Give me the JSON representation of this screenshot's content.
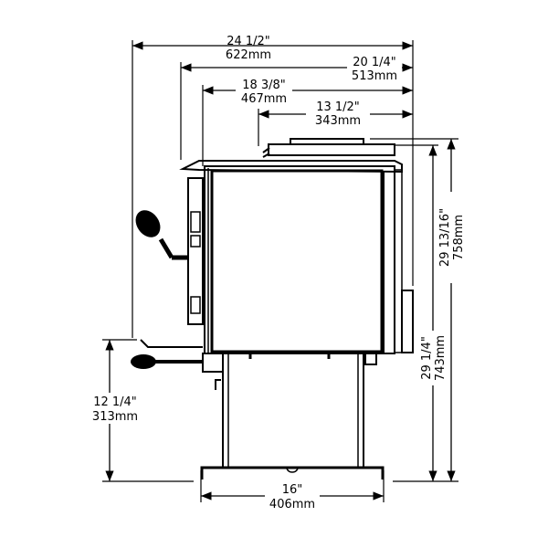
{
  "dimensions": {
    "overall_depth": {
      "imperial": "24 1/2\"",
      "metric": "622mm"
    },
    "depth_20": {
      "imperial": "20 1/4\"",
      "metric": "513mm"
    },
    "depth_18": {
      "imperial": "18 3/8\"",
      "metric": "467mm"
    },
    "depth_13": {
      "imperial": "13 1/2\"",
      "metric": "343mm"
    },
    "overall_height": {
      "imperial": "29 13/16\"",
      "metric": "758mm"
    },
    "top_height": {
      "imperial": "29 1/4\"",
      "metric": "743mm"
    },
    "handle_height": {
      "imperial": "12 1/4\"",
      "metric": "313mm"
    },
    "base_width": {
      "imperial": "16\"",
      "metric": "406mm"
    }
  },
  "colors": {
    "line": "#000000",
    "background": "#ffffff"
  }
}
